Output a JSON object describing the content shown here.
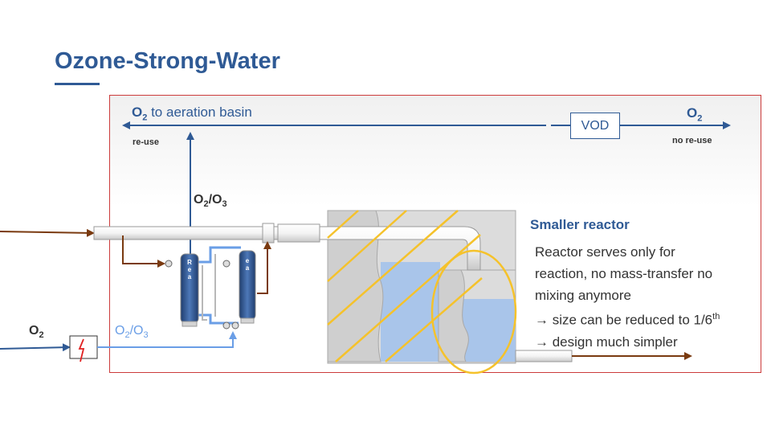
{
  "title": "Ozone-Strong-Water",
  "labels": {
    "o2_aeration_prefix": "O",
    "o2_aeration_sub": "2",
    "o2_aeration_text": " to aeration basin",
    "re_use": "re-use",
    "vod": "VOD",
    "o2_right_main": "O",
    "o2_right_sub": "2",
    "no_re_use": "no re-use",
    "o2o3_up_a": "O",
    "o2o3_up_a_sub": "2",
    "o2o3_up_b": "/O",
    "o2o3_up_b_sub": "3",
    "o2_left_main": "O",
    "o2_left_sub": "2",
    "o2o3_low_a": "O",
    "o2o3_low_a_sub": "2",
    "o2o3_low_b": "/O",
    "o2o3_low_b_sub": "3"
  },
  "reactor": {
    "heading": "Smaller reactor",
    "line1": "Reactor serves only for",
    "line2": "reaction, no mass-transfer no",
    "line3": "mixing anymore",
    "line4_text": "→ size can be reduced to 1/6",
    "line4_sup": "th",
    "line5": "→ design much simpler"
  },
  "vessel_letters": {
    "left": [
      "R",
      "e",
      "a"
    ],
    "right": [
      "e",
      "a"
    ]
  },
  "colors": {
    "title": "#2f5a95",
    "o2_line": "#2f5a95",
    "o2o3_line": "#6a9ee6",
    "water_line": "#7a3a10",
    "highlight": "#f5c22b",
    "panel_border": "#cc3b3b",
    "water_fill": "#a9c5ea"
  }
}
